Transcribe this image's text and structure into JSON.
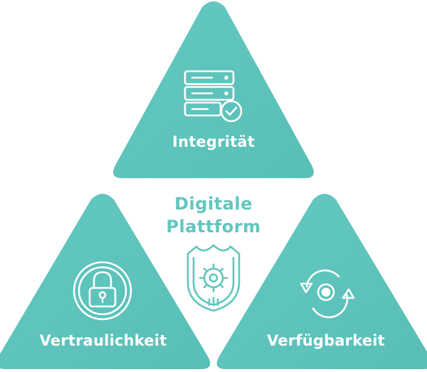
{
  "center": {
    "line1": "Digitale",
    "line2": "Plattform",
    "icon": "shield-gear-icon"
  },
  "pillars": [
    {
      "label": "Integrität",
      "icon": "server-check-icon"
    },
    {
      "label": "Vertraulichkeit",
      "icon": "padlock-icon"
    },
    {
      "label": "Verfügbarkeit",
      "icon": "refresh-cycle-icon"
    }
  ],
  "colors": {
    "triangle": "#5ec5bd",
    "center_text": "#62c6be",
    "icon_stroke": "#ffffff"
  }
}
